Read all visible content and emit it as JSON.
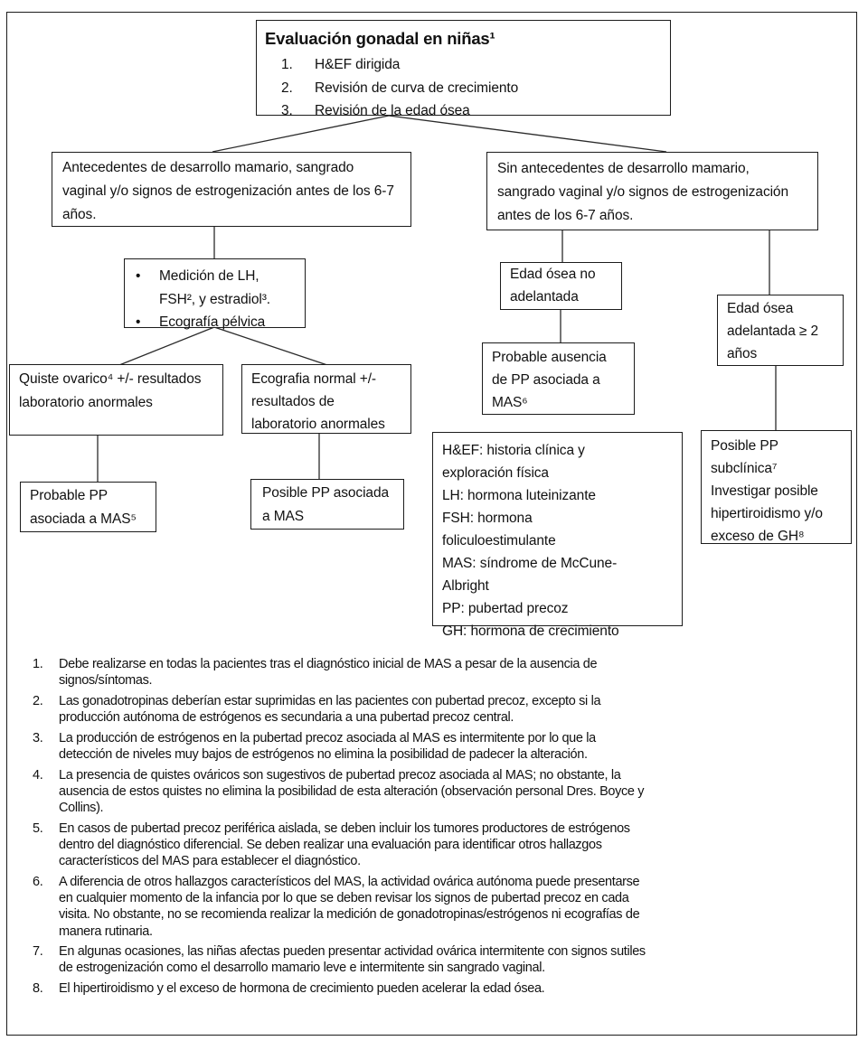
{
  "flowchart": {
    "title_box": {
      "title": "Evaluación gonadal en niñas¹",
      "items": [
        "H&EF dirigida",
        "Revisión de curva de crecimiento",
        "Revisión de la edad ósea"
      ]
    },
    "boxes": {
      "antecedentes": "Antecedentes de desarrollo mamario, sangrado vaginal y/o signos de estrogenización antes de los 6-7 años.",
      "sin_antecedentes": "Sin antecedentes de desarrollo mamario, sangrado vaginal y/o signos de estrogenización antes de los 6-7 años.",
      "medicion_items": [
        "Medición de LH, FSH², y estradiol³.",
        "Ecografía pélvica"
      ],
      "edad_osea_no": "Edad ósea no adelantada",
      "edad_osea_adelantada": "Edad ósea adelantada ≥ 2 años",
      "quiste": "Quiste ovarico⁴ +/- resultados laboratorio anormales",
      "ecografia": "Ecografia normal +/- resultados de laboratorio anormales",
      "probable_ausencia": "Probable ausencia de PP asociada a MAS⁶",
      "probable_pp": "Probable PP asociada a MAS⁵",
      "posible_pp": "Posible PP asociada a MAS",
      "posible_pp_subclinica_l1": "Posible PP subclínica⁷",
      "posible_pp_subclinica_l2": "Investigar posible hipertiroidismo y/o exceso de GH⁸",
      "legend": [
        "H&EF: historia clínica y exploración física",
        "LH: hormona luteinizante",
        "FSH: hormona foliculoestimulante",
        "MAS: síndrome de McCune-Albright",
        "PP: pubertad precoz",
        "GH: hormona de crecimiento"
      ]
    },
    "footnotes": [
      "Debe realizarse en todas la pacientes tras el diagnóstico inicial de MAS a pesar de la ausencia de signos/síntomas.",
      "Las gonadotropinas deberían estar suprimidas en las pacientes con pubertad precoz, excepto si la producción autónoma de estrógenos es secundaria a una pubertad precoz central.",
      "La producción de estrógenos en la pubertad precoz asociada al MAS es intermitente por lo que la detección de niveles muy bajos de estrógenos no elimina la posibilidad de padecer la alteración.",
      "La presencia de quistes ováricos son sugestivos de pubertad precoz asociada al MAS; no obstante, la ausencia de estos quistes no elimina la posibilidad de esta alteración (observación personal Dres. Boyce y Collins).",
      "En casos de pubertad precoz periférica aislada, se deben incluir los tumores productores de estrógenos dentro del diagnóstico diferencial. Se deben realizar una evaluación para identificar otros hallazgos característicos del MAS para establecer el diagnóstico.",
      "A diferencia de otros hallazgos característicos del MAS, la actividad ovárica autónoma puede presentarse en cualquier momento de la infancia por lo que se deben revisar los signos de pubertad precoz en cada visita. No obstante, no se recomienda realizar la medición de gonadotropinas/estrógenos ni ecografías de manera rutinaria.",
      "En algunas ocasiones, las niñas afectas pueden presentar actividad ovárica intermitente con signos sutiles de estrogenización como el desarrollo mamario leve e intermitente sin sangrado vaginal.",
      "El hipertiroidismo y el exceso de hormona de crecimiento pueden acelerar la edad ósea."
    ]
  }
}
